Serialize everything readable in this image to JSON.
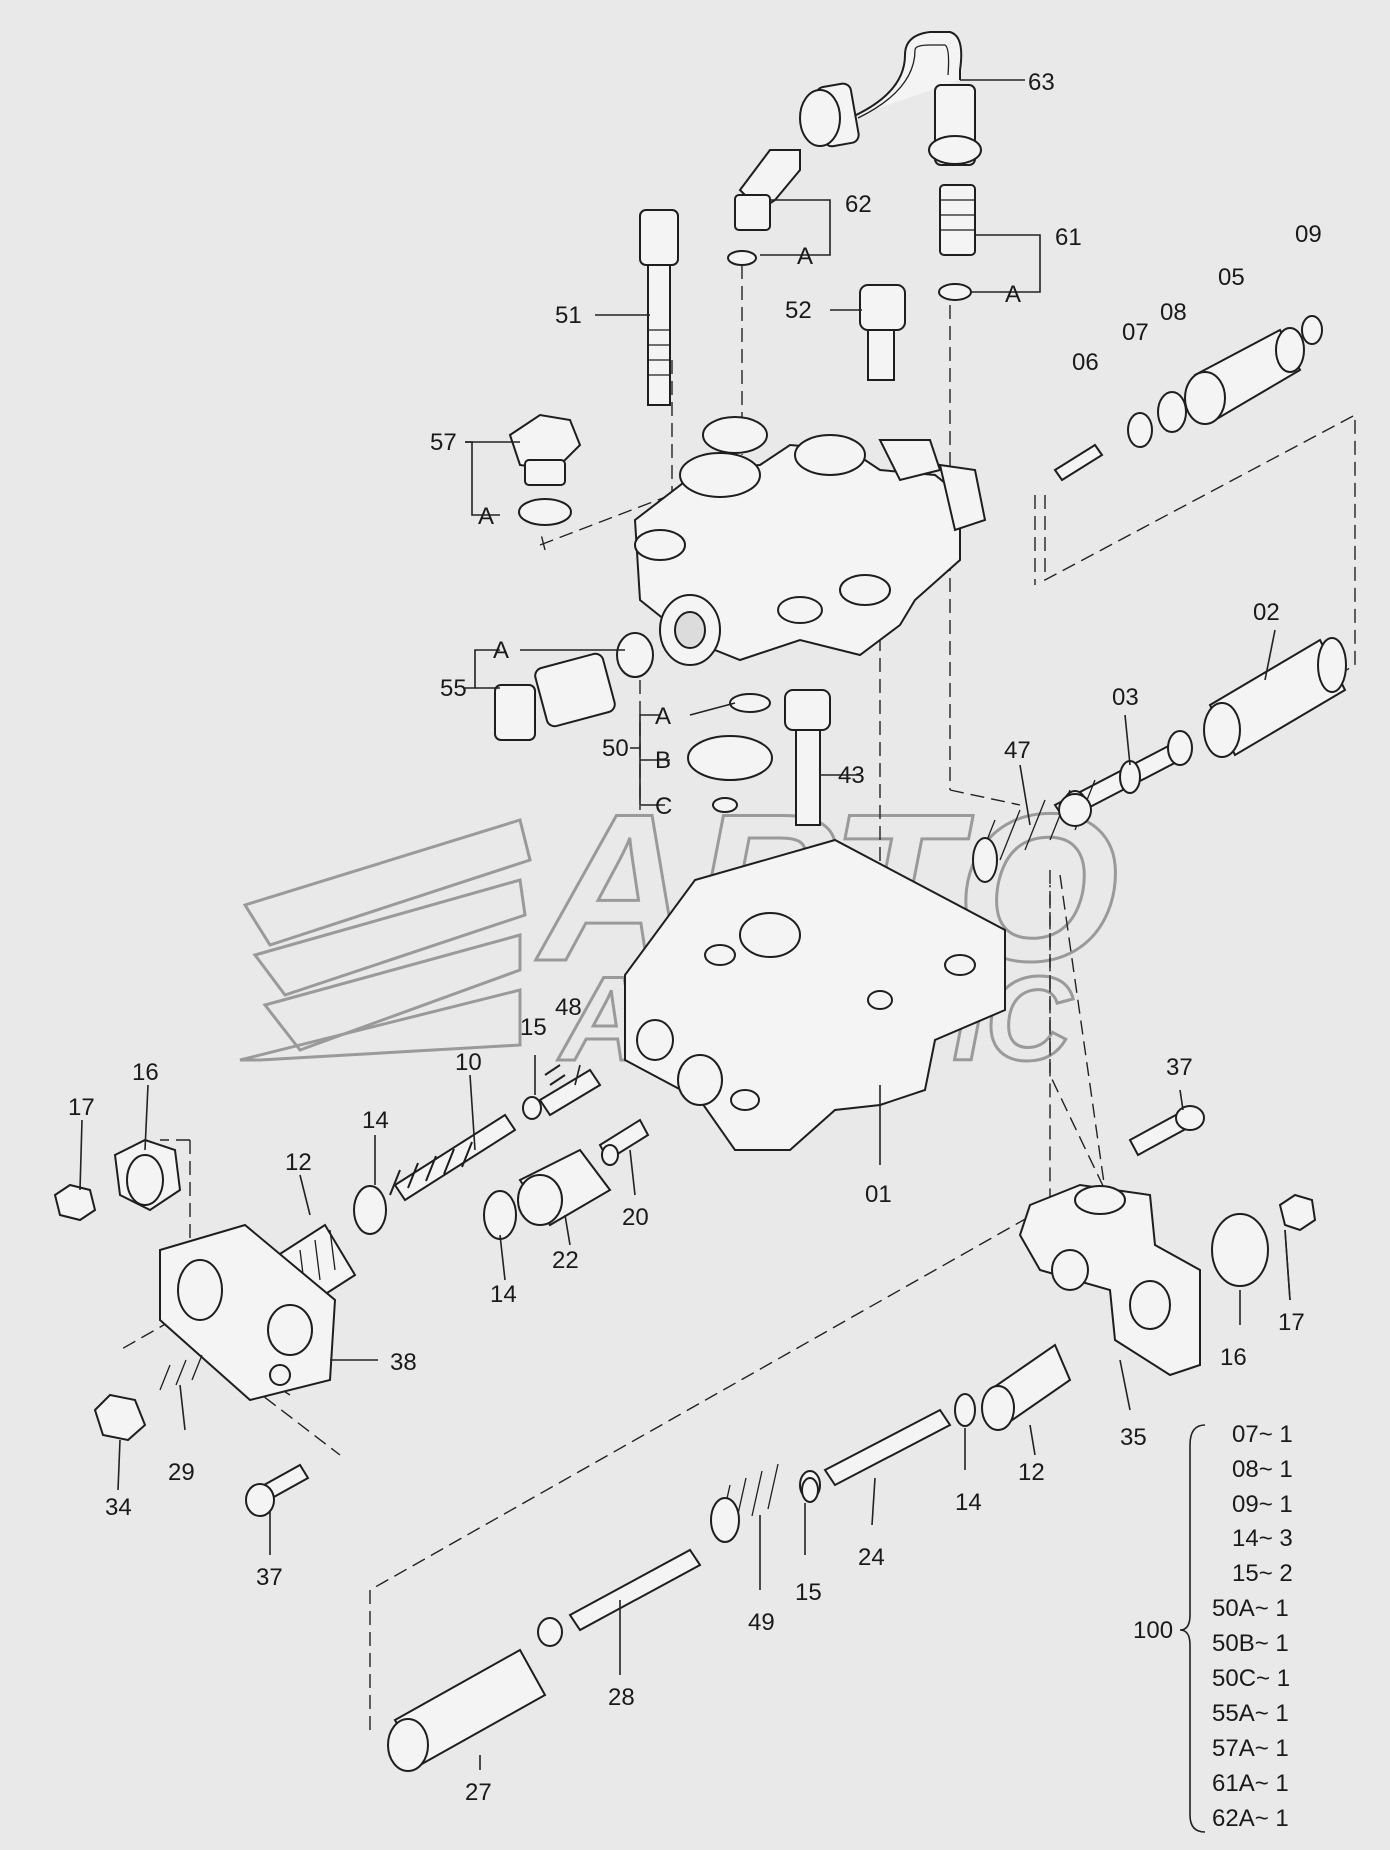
{
  "callouts": [
    {
      "id": "c63",
      "text": "63"
    },
    {
      "id": "c62",
      "text": "62"
    },
    {
      "id": "c61",
      "text": "61"
    },
    {
      "id": "c09",
      "text": "09"
    },
    {
      "id": "c05",
      "text": "05"
    },
    {
      "id": "c08",
      "text": "08"
    },
    {
      "id": "c07",
      "text": "07"
    },
    {
      "id": "c06",
      "text": "06"
    },
    {
      "id": "c52",
      "text": "52"
    },
    {
      "id": "c51",
      "text": "51"
    },
    {
      "id": "c57",
      "text": "57"
    },
    {
      "id": "c55",
      "text": "55"
    },
    {
      "id": "c50",
      "text": "50"
    },
    {
      "id": "c43",
      "text": "43"
    },
    {
      "id": "c02",
      "text": "02"
    },
    {
      "id": "c03",
      "text": "03"
    },
    {
      "id": "c47",
      "text": "47"
    },
    {
      "id": "c48",
      "text": "48"
    },
    {
      "id": "c15a",
      "text": "15"
    },
    {
      "id": "c10",
      "text": "10"
    },
    {
      "id": "c16a",
      "text": "16"
    },
    {
      "id": "c17a",
      "text": "17"
    },
    {
      "id": "c12a",
      "text": "12"
    },
    {
      "id": "c14a",
      "text": "14"
    },
    {
      "id": "c14b",
      "text": "14"
    },
    {
      "id": "c22",
      "text": "22"
    },
    {
      "id": "c20",
      "text": "20"
    },
    {
      "id": "c01",
      "text": "01"
    },
    {
      "id": "c37a",
      "text": "37"
    },
    {
      "id": "c38",
      "text": "38"
    },
    {
      "id": "c29",
      "text": "29"
    },
    {
      "id": "c34",
      "text": "34"
    },
    {
      "id": "c37b",
      "text": "37"
    },
    {
      "id": "c16b",
      "text": "16"
    },
    {
      "id": "c17b",
      "text": "17"
    },
    {
      "id": "c35",
      "text": "35"
    },
    {
      "id": "c12b",
      "text": "12"
    },
    {
      "id": "c14c",
      "text": "14"
    },
    {
      "id": "c24",
      "text": "24"
    },
    {
      "id": "c15b",
      "text": "15"
    },
    {
      "id": "c49",
      "text": "49"
    },
    {
      "id": "c28",
      "text": "28"
    },
    {
      "id": "c27",
      "text": "27"
    }
  ],
  "sub_labels": {
    "a62": "A",
    "a61": "A",
    "a57": "A",
    "a55": "A",
    "a50": "A",
    "b50": "B",
    "c50": "C"
  },
  "kit": {
    "number": "100",
    "rows": [
      "07~ 1",
      "08~ 1",
      "09~ 1",
      "14~ 3",
      "15~ 2",
      "50A~ 1",
      "50B~ 1",
      "50C~ 1",
      "55A~ 1",
      "57A~ 1",
      "61A~ 1",
      "62A~ 1"
    ]
  },
  "watermark": {
    "line1": "АВТО",
    "line2": "АЛЬЯНС"
  }
}
